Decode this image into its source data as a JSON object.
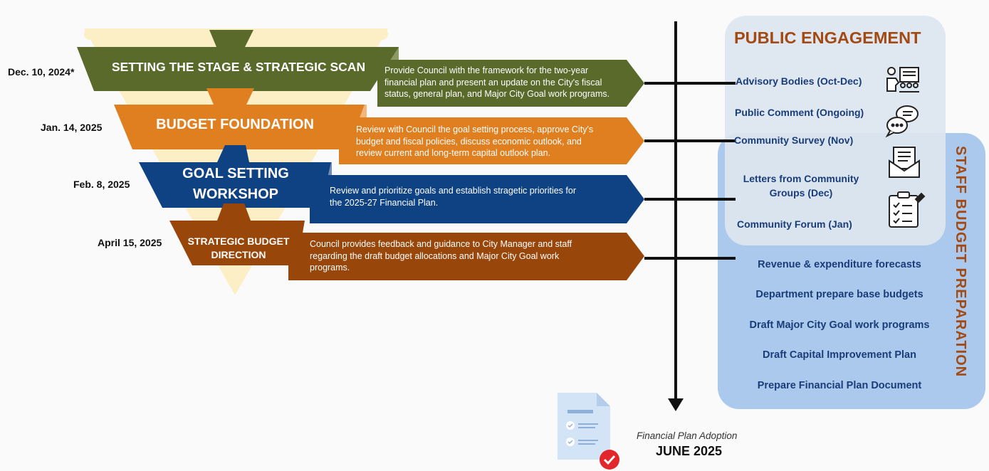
{
  "stages": [
    {
      "date": "Dec. 10, 2024*",
      "title": "SETTING THE STAGE & STRATEGIC SCAN",
      "title_lines": [
        "SETTING THE STAGE & STRATEGIC SCAN"
      ],
      "description": [
        "Provide Council with the framework for the two-year",
        "financial plan and present an update on the City's fiscal",
        "status, general plan, and Major City Goal work programs."
      ]
    },
    {
      "date": "Jan. 14, 2025",
      "title": "BUDGET FOUNDATION",
      "title_lines": [
        "BUDGET FOUNDATION"
      ],
      "description": [
        "Review with Council the goal setting process, approve City's",
        "budget and fiscal policies, discuss economic outlook, and",
        "review current and long-term capital outlook plan."
      ]
    },
    {
      "date": "Feb. 8, 2025",
      "title": "GOAL SETTING WORKSHOP",
      "title_lines": [
        "GOAL SETTING",
        "WORKSHOP"
      ],
      "description": [
        "Review and prioritize goals and establish stragetic priorities for",
        "the 2025-27 Financial Plan."
      ]
    },
    {
      "date": "April 15, 2025",
      "title": "STRATEGIC BUDGET DIRECTION",
      "title_lines": [
        "STRATEGIC BUDGET",
        "DIRECTION"
      ],
      "description": [
        "Council provides feedback and guidance to City Manager and staff",
        "regarding the draft budget allocations and Major City Goal work",
        "programs."
      ]
    }
  ],
  "public_engagement": {
    "title": "PUBLIC ENGAGEMENT",
    "items": [
      {
        "label": "Advisory Bodies (Oct-Dec)",
        "icon": "presentation-icon"
      },
      {
        "label": "Public Comment (Ongoing)",
        "icon": "chat-bubbles-icon"
      },
      {
        "label": "Community Survey (Nov)",
        "icon": "envelope-icon"
      },
      {
        "label": "Letters from Community Groups (Dec)",
        "label_lines": [
          "Letters from Community",
          "Groups (Dec)"
        ],
        "icon": "envelope-icon"
      },
      {
        "label": "Community Forum (Jan)",
        "icon": "clipboard-checklist-icon"
      }
    ]
  },
  "staff_budget": {
    "title": "STAFF BUDGET PREPARATION",
    "items": [
      "Revenue & expenditure forecasts",
      "Department prepare base budgets",
      "Draft Major City Goal work programs",
      "Draft Capital Improvement Plan",
      "Prepare Financial Plan Document"
    ]
  },
  "adoption": {
    "label": "Financial Plan Adoption",
    "date": "JUNE 2025",
    "icon": "document-check-icon"
  },
  "colors": {
    "olive": "#596a2b",
    "orange": "#e07f1f",
    "navy": "#0e4283",
    "brown": "#984609",
    "funnel": "#fcefc6",
    "public_bg": "#dde6ef",
    "staff_bg": "#aac9ec",
    "title_text": "#a34a14",
    "item_text": "#1a3d7a"
  }
}
